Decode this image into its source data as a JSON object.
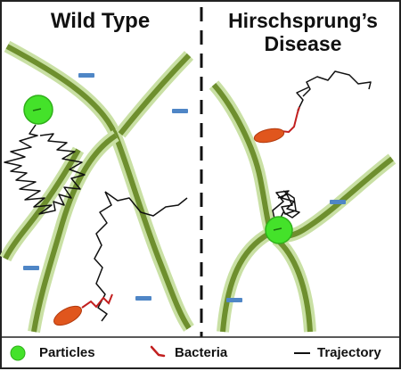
{
  "panels": {
    "left_title": "Wild Type",
    "right_title": "Hirschsprung’s Disease"
  },
  "legend": {
    "particles": "Particles",
    "bacteria": "Bacteria",
    "trajectory": "Trajectory"
  },
  "colors": {
    "fiber_dark": "#6e8f2e",
    "fiber_light": "#c9e0a4",
    "particle": "#44e22a",
    "bacteria_body": "#e0561d",
    "bacteria_tail": "#c21f1f",
    "charge": "#4f86c6",
    "trajectory": "#111111"
  }
}
